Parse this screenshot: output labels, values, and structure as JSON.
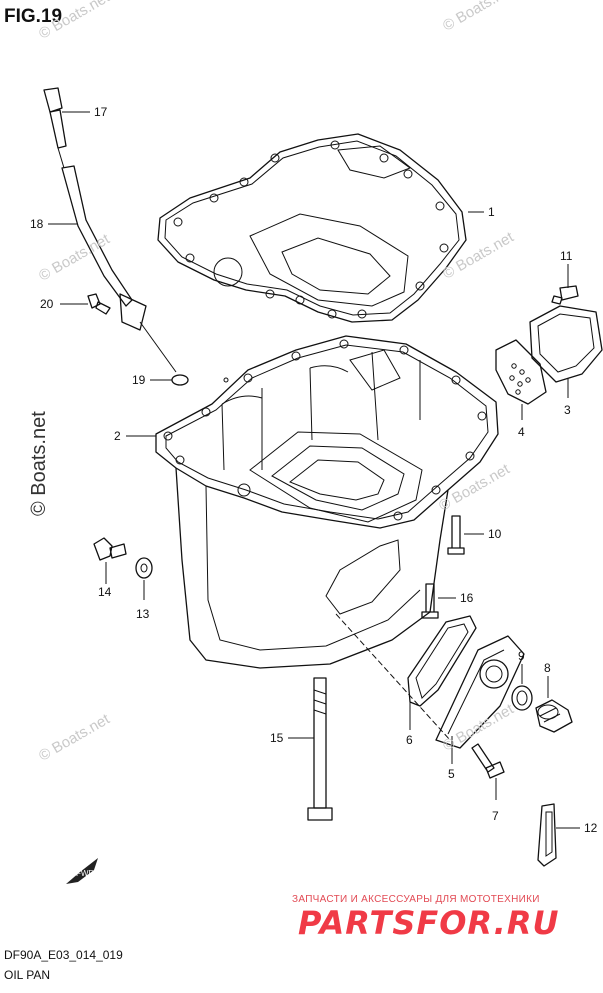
{
  "figure": {
    "title": "FIG.19",
    "code": "DF90A_E03_014_019",
    "name": "OIL PAN"
  },
  "watermarks": {
    "text": "© Boats.net"
  },
  "banner": {
    "caption": "ЗАПЧАСТИ И АКСЕССУАРЫ ДЛЯ МОТОТЕХНИКИ",
    "logo": "PARTSFOR.RU",
    "color": "#f03a46"
  },
  "fwd_marker": "FWD",
  "callouts": [
    "1",
    "2",
    "3",
    "4",
    "5",
    "6",
    "7",
    "8",
    "9",
    "10",
    "11",
    "12",
    "13",
    "14",
    "15",
    "16",
    "17",
    "18",
    "19",
    "20"
  ]
}
